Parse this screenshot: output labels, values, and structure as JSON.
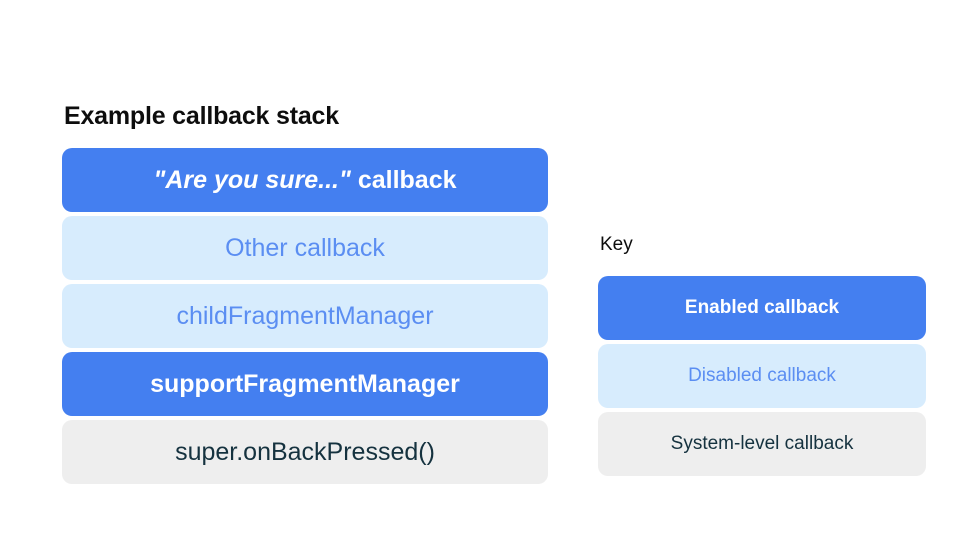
{
  "diagram": {
    "background_color": "#ffffff",
    "stack": {
      "title": "Example callback stack",
      "items": [
        {
          "label": "\"Are you sure...\" callback",
          "quoted_part": "\"Are you sure...\"",
          "plain_part": " callback",
          "state": "enabled",
          "bg_color": "#447ff0",
          "text_color": "#ffffff"
        },
        {
          "label": "Other callback",
          "state": "disabled",
          "bg_color": "#d7ecfd",
          "text_color": "#5b8ef2"
        },
        {
          "label": "childFragmentManager",
          "state": "disabled",
          "bg_color": "#d7ecfd",
          "text_color": "#5b8ef2"
        },
        {
          "label": "supportFragmentManager",
          "state": "enabled",
          "bg_color": "#447ff0",
          "text_color": "#ffffff"
        },
        {
          "label": "super.onBackPressed()",
          "state": "system",
          "bg_color": "#eeeeee",
          "text_color": "#15323f"
        }
      ]
    },
    "key": {
      "title": "Key",
      "items": [
        {
          "label": "Enabled callback",
          "state": "enabled",
          "bg_color": "#447ff0",
          "text_color": "#ffffff"
        },
        {
          "label": "Disabled callback",
          "state": "disabled",
          "bg_color": "#d7ecfd",
          "text_color": "#5b8ef2"
        },
        {
          "label": "System-level callback",
          "state": "system",
          "bg_color": "#eeeeee",
          "text_color": "#15323f"
        }
      ]
    }
  }
}
